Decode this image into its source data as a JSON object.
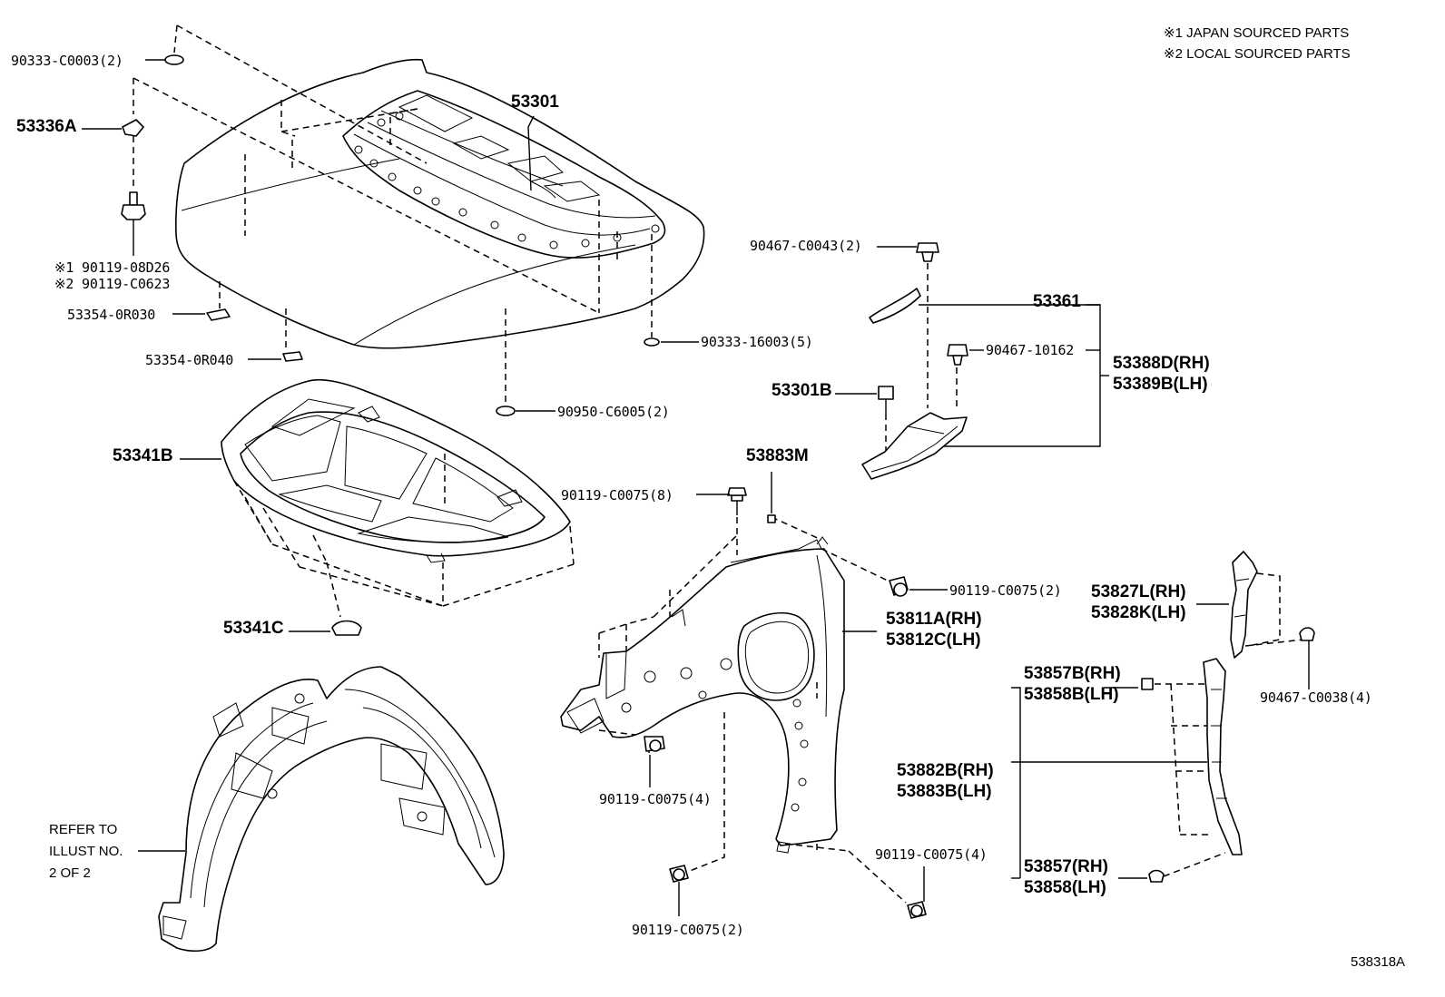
{
  "notes": {
    "note1": "※1 JAPAN SOURCED PARTS",
    "note2": "※2 LOCAL SOURCED PARTS"
  },
  "illustration_id": "538318A",
  "refer": {
    "line1": "REFER TO",
    "line2": "ILLUST NO.",
    "line3": "2 OF 2"
  },
  "labels": {
    "p90333_c0003": "90333-C0003(2)",
    "p53336a": "53336A",
    "p53301": "53301",
    "p90119_08d26": "※1 90119-08D26",
    "p90119_c0623": "※2 90119-C0623",
    "p53354_0r030": "53354-0R030",
    "p53354_0r040": "53354-0R040",
    "p90333_16003": "90333-16003(5)",
    "p90950_c6005": "90950-C6005(2)",
    "p53341b": "53341B",
    "p53341c": "53341C",
    "p90467_c0043": "90467-C0043(2)",
    "p53361": "53361",
    "p90467_10162": "90467-10162",
    "p53388d": "53388D(RH)",
    "p53389b": "53389B(LH)",
    "p53301b": "53301B",
    "p53883m": "53883M",
    "p90119_c0075_8": "90119-C0075(8)",
    "p90119_c0075_2a": "90119-C0075(2)",
    "p53811a": "53811A(RH)",
    "p53812c": "53812C(LH)",
    "p53827l": "53827L(RH)",
    "p53828k": "53828K(LH)",
    "p90467_c0038": "90467-C0038(4)",
    "p53857b": "53857B(RH)",
    "p53858b": "53858B(LH)",
    "p53882b": "53882B(RH)",
    "p53883b": "53883B(LH)",
    "p90119_c0075_4a": "90119-C0075(4)",
    "p90119_c0075_4b": "90119-C0075(4)",
    "p90119_c0075_2b": "90119-C0075(2)",
    "p53857": "53857(RH)",
    "p53858": "53858(LH)"
  },
  "parts": {
    "hood": "hood-panel",
    "insulator": "hood-insulator",
    "fender": "front-fender",
    "liner": "fender-liner",
    "seal": "fender-seal-strip",
    "protector": "fender-protector"
  }
}
